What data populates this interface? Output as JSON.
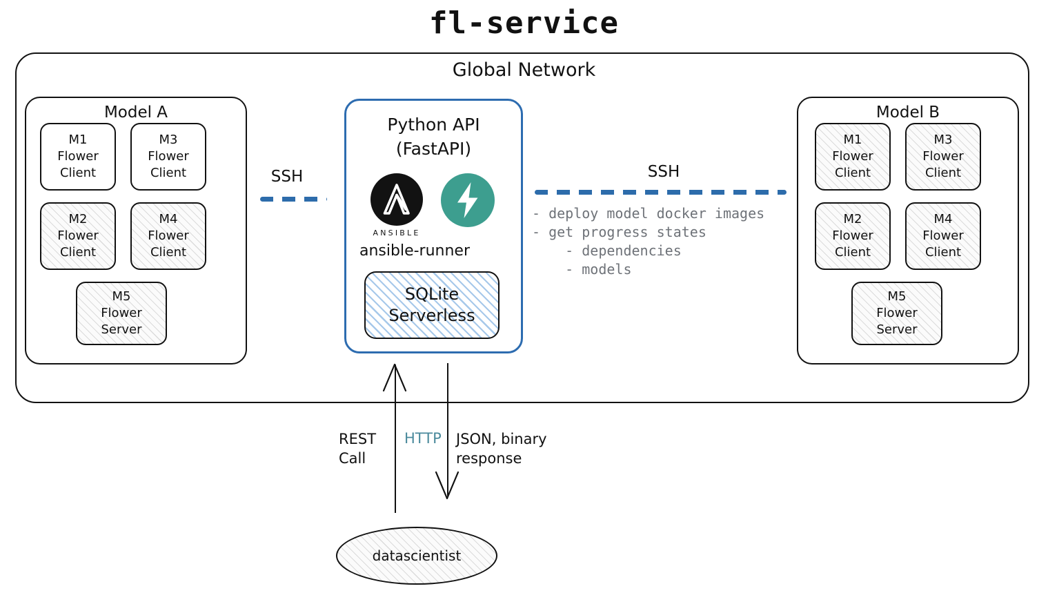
{
  "title": "fl-service",
  "global_network": {
    "label": "Global Network"
  },
  "model_a": {
    "title": "Model A",
    "nodes": [
      {
        "id": "M1",
        "role_line1": "Flower",
        "role_line2": "Client",
        "hatched": false
      },
      {
        "id": "M3",
        "role_line1": "Flower",
        "role_line2": "Client",
        "hatched": false
      },
      {
        "id": "M2",
        "role_line1": "Flower",
        "role_line2": "Client",
        "hatched": true
      },
      {
        "id": "M4",
        "role_line1": "Flower",
        "role_line2": "Client",
        "hatched": true
      },
      {
        "id": "M5",
        "role_line1": "Flower",
        "role_line2": "Server",
        "hatched": true
      }
    ]
  },
  "model_b": {
    "title": "Model B",
    "nodes": [
      {
        "id": "M1",
        "role_line1": "Flower",
        "role_line2": "Client",
        "hatched": true
      },
      {
        "id": "M3",
        "role_line1": "Flower",
        "role_line2": "Client",
        "hatched": true
      },
      {
        "id": "M2",
        "role_line1": "Flower",
        "role_line2": "Client",
        "hatched": true
      },
      {
        "id": "M4",
        "role_line1": "Flower",
        "role_line2": "Client",
        "hatched": true
      },
      {
        "id": "M5",
        "role_line1": "Flower",
        "role_line2": "Server",
        "hatched": true
      }
    ]
  },
  "python_api": {
    "title_line1": "Python API",
    "title_line2": "(FastAPI)",
    "ansible_wordmark": "ANSIBLE",
    "ansible_runner_label": "ansible-runner",
    "database": {
      "line1": "SQLite",
      "line2": "Serverless"
    }
  },
  "links": {
    "ssh_left_label": "SSH",
    "ssh_right_label": "SSH",
    "ssh_right_notes": "- deploy model docker images\n- get progress states\n    - dependencies\n    - models"
  },
  "http_exchange": {
    "request_line1": "REST",
    "request_line2": "Call",
    "protocol": "HTTP",
    "response_line1": "JSON, binary",
    "response_line2": "response",
    "actor": "datascientist"
  },
  "colors": {
    "api_border": "#2d6cb0",
    "ssh_dash": "#2d6cab",
    "fastapi_teal": "#3d9e8f",
    "ansible_black": "#121212",
    "http_teal": "#4a8a9c",
    "notes_grey": "#6e7278",
    "hatch_blue": "#a6c8ea",
    "stroke": "#111111"
  }
}
